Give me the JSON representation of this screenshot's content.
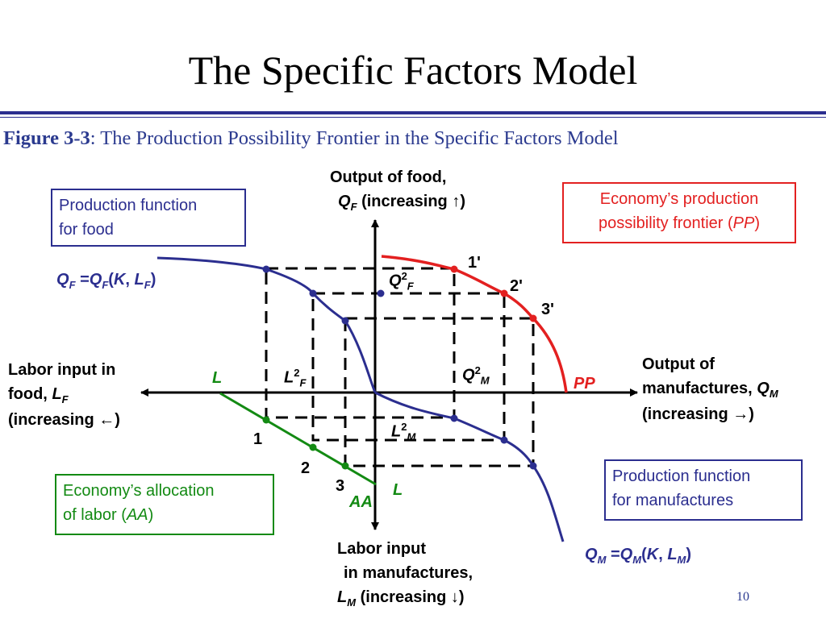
{
  "title": "The Specific Factors Model",
  "subtitle": {
    "figure_label": "Figure 3-3",
    "text": ": The Production Possibility Frontier in the Specific Factors Model"
  },
  "axes": {
    "top": [
      "Output of food,",
      "Q",
      "F",
      " (increasing ",
      "↑",
      ")"
    ],
    "right": [
      "Output of",
      "manufactures, ",
      "Q",
      "M",
      "(increasing ",
      "→",
      ")"
    ],
    "left": [
      "Labor input in",
      "food, ",
      "L",
      "F",
      "(increasing ",
      "←",
      ")"
    ],
    "bottom": [
      "Labor input",
      "in manufactures,",
      "L",
      "M",
      " (increasing ",
      "↓",
      ")"
    ]
  },
  "boxes": {
    "food_function": [
      "Production function",
      "for food"
    ],
    "ppf": [
      "Economy’s production",
      "possibility frontier (",
      "PP",
      ")"
    ],
    "allocation": [
      "Economy’s allocation",
      "of labor (",
      "AA",
      ")"
    ],
    "manufactures_function": [
      "Production function",
      "for manufactures"
    ]
  },
  "equations": {
    "food": [
      "Q",
      "F",
      " =",
      "Q",
      "F",
      "(",
      "K",
      ", ",
      "L",
      "F",
      ")"
    ],
    "manufactures": [
      "Q",
      "M",
      " =",
      "Q",
      "M",
      "(",
      "K",
      ", ",
      "L",
      "M",
      ")"
    ]
  },
  "labels": {
    "qf2": [
      "Q",
      "2",
      "F"
    ],
    "qm2": [
      "Q",
      "2",
      "M"
    ],
    "lf2": [
      "L",
      "2",
      "F"
    ],
    "lm2": [
      "L",
      "2",
      "M"
    ],
    "pp": "PP",
    "aa": "AA",
    "l_left": "L",
    "l_bottom": "L",
    "points": [
      "1",
      "2",
      "3",
      "1'",
      "2'",
      "3'"
    ]
  },
  "colors": {
    "blue": "#2b2e8f",
    "red": "#e32020",
    "green": "#138a13"
  },
  "page_number": "10"
}
